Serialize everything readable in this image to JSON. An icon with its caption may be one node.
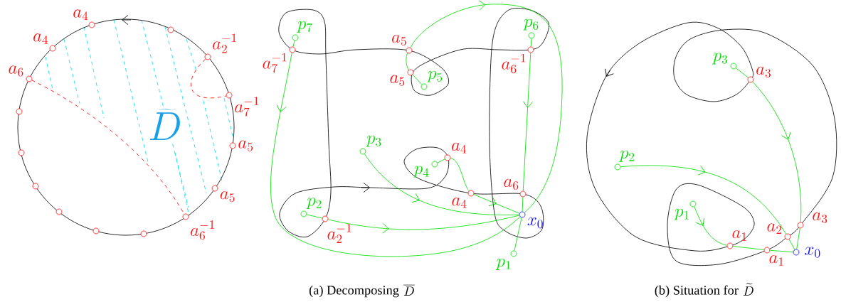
{
  "diagram": {
    "nodes": [
      {
        "text": [
          "a_4"
        ]
      },
      {
        "text": [],
        "shape": "circle"
      },
      {
        "text": [
          "a_4"
        ]
      },
      {
        "text": [
          "a_2^{-1}"
        ]
      },
      {
        "text": [
          "a_6"
        ]
      },
      {
        "text": [
          "a_7^{-1}"
        ]
      },
      {
        "text": [],
        "shape": "circle"
      },
      {
        "text": [
          "a_5"
        ]
      },
      {
        "text": [],
        "shape": "circle"
      },
      {
        "text": [],
        "shape": "circle"
      },
      {
        "text": [
          "a_5"
        ]
      },
      {
        "text": [],
        "shape": "circle"
      },
      {
        "text": [
          "a_6^{-1}"
        ]
      },
      {
        "text": [],
        "shape": "circle"
      },
      {
        "text": [],
        "shape": "circle"
      },
      {
        "text": [
          "p_7"
        ]
      },
      {
        "text": [
          "a_7^{-1}"
        ]
      },
      {
        "text": [
          "a_5"
        ]
      },
      {
        "text": [
          "p_6"
        ]
      },
      {
        "text": [
          "a_6^{-1}"
        ]
      },
      {
        "text": [
          "a_5"
        ]
      },
      {
        "text": [
          "p_5"
        ]
      },
      {
        "text": [
          "p_3"
        ]
      },
      {
        "text": [
          "a_4"
        ]
      },
      {
        "text": [
          "p_4"
        ]
      },
      {
        "text": [
          "a_6"
        ]
      },
      {
        "text": [
          "a_4"
        ]
      },
      {
        "text": [
          "p_2"
        ]
      },
      {
        "text": [
          "x_0"
        ]
      },
      {
        "text": [
          "a_2^{-1}"
        ]
      },
      {
        "text": [
          "p_1"
        ]
      },
      {
        "text": [
          "p_3"
        ]
      },
      {
        "text": [
          "a_3"
        ]
      },
      {
        "text": [
          "p_2"
        ]
      },
      {
        "text": [
          "p_1"
        ]
      },
      {
        "text": [
          "a_3"
        ]
      },
      {
        "text": [
          "a_2"
        ]
      },
      {
        "text": [
          "a_1"
        ]
      },
      {
        "text": [
          "x_0"
        ]
      },
      {
        "text": [
          "a_1"
        ]
      }
    ],
    "edges": [
      {
        "from": 4,
        "to": 12,
        "arrow": "none",
        "style": "dashed",
        "color": "#ff0000"
      },
      {
        "from": 3,
        "to": 5,
        "arrow": "none",
        "style": "dashed",
        "color": "#ff0000"
      },
      {
        "from": 15,
        "to": 16,
        "arrow": "none"
      },
      {
        "from": 16,
        "to": 28,
        "arrow": "to"
      },
      {
        "from": 21,
        "to": 20,
        "arrow": "none"
      },
      {
        "from": 20,
        "to": 17,
        "arrow": "none"
      },
      {
        "from": 17,
        "to": 28,
        "arrow": "to"
      },
      {
        "from": 18,
        "to": 19,
        "arrow": "none"
      },
      {
        "from": 19,
        "to": 25,
        "arrow": "to"
      },
      {
        "from": 25,
        "to": 28,
        "arrow": "none"
      },
      {
        "from": 22,
        "to": 28,
        "arrow": "to"
      },
      {
        "from": 24,
        "to": 23,
        "arrow": "none"
      },
      {
        "from": 23,
        "to": 26,
        "arrow": "none"
      },
      {
        "from": 26,
        "to": 28,
        "arrow": "to"
      },
      {
        "from": 27,
        "to": 29,
        "arrow": "none"
      },
      {
        "from": 29,
        "to": 28,
        "arrow": "to"
      },
      {
        "from": 30,
        "to": 28,
        "arrow": "none"
      },
      {
        "from": 31,
        "to": 32,
        "arrow": "none"
      },
      {
        "from": 32,
        "to": 35,
        "arrow": "to"
      },
      {
        "from": 35,
        "to": 38,
        "arrow": "none"
      },
      {
        "from": 33,
        "to": 36,
        "arrow": "to"
      },
      {
        "from": 36,
        "to": 38,
        "arrow": "none"
      },
      {
        "from": 34,
        "to": 37,
        "arrow": "to"
      },
      {
        "from": 37,
        "to": 39,
        "arrow": "none"
      },
      {
        "from": 39,
        "to": 38,
        "arrow": "none"
      }
    ],
    "labels": [
      "\\widetilde{D}",
      "(a) Decomposing",
      "\\overline{D}",
      "(b) Situation for",
      "\\widetilde{D}"
    ]
  }
}
